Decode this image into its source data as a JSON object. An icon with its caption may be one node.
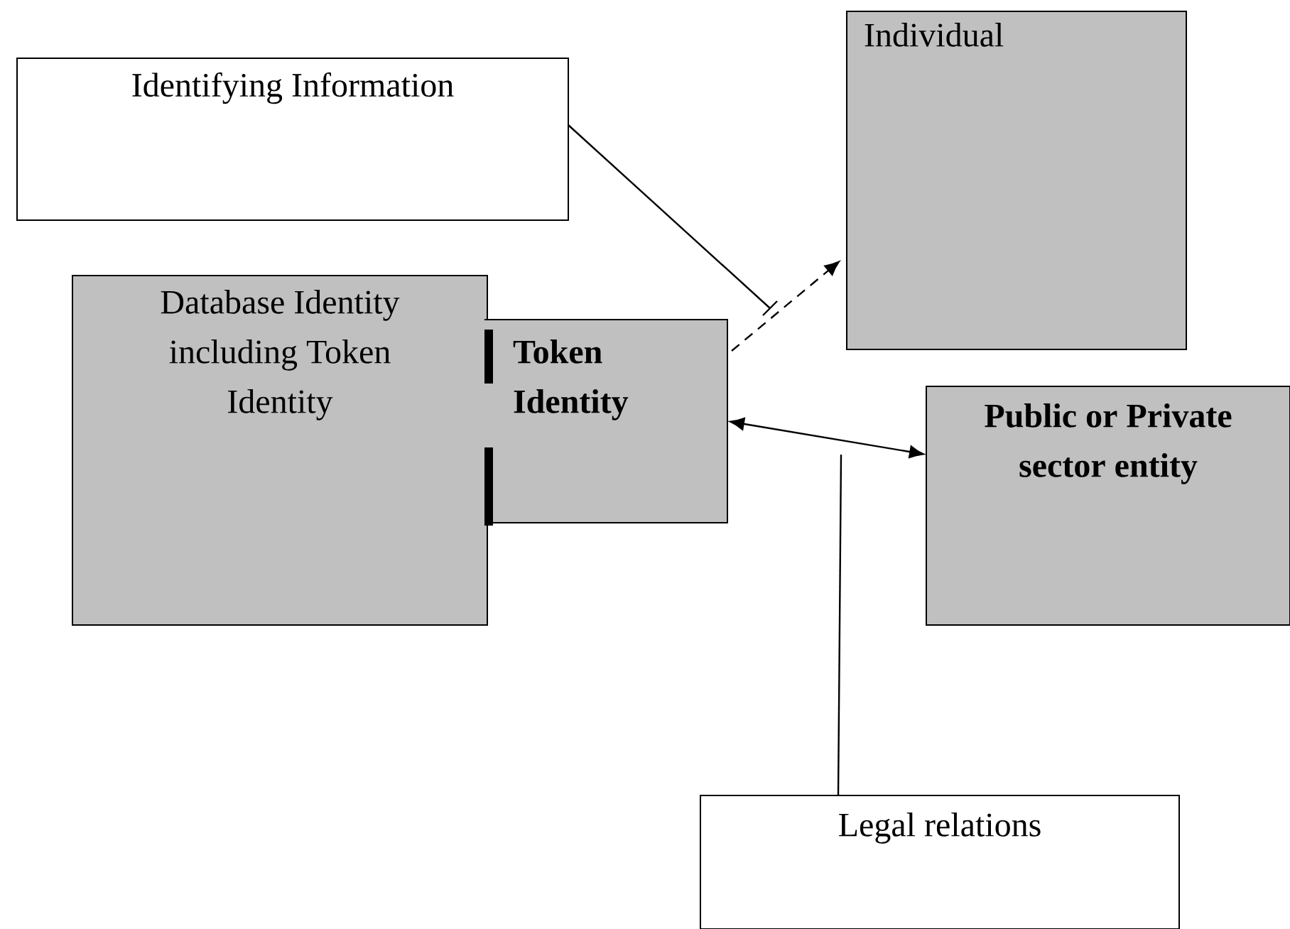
{
  "diagram": {
    "nodes": [
      {
        "text": [
          "Identifying Information"
        ]
      },
      {
        "text": [
          "Individual"
        ]
      },
      {
        "text": [
          "Database Identity including Token Identity"
        ]
      },
      {
        "text": [
          "Token Identity"
        ]
      },
      {
        "text": [
          "Public or Private sector entity"
        ]
      },
      {
        "text": [
          "Legal relations"
        ]
      }
    ],
    "edges": [
      {
        "from": 3,
        "to": 1,
        "arrow": "to",
        "style": "dashed"
      },
      {
        "from": 0,
        "to": null,
        "arrow": "none"
      },
      {
        "from": 3,
        "to": 4,
        "arrow": "both"
      },
      {
        "from": 5,
        "to": null,
        "arrow": "none"
      }
    ]
  }
}
